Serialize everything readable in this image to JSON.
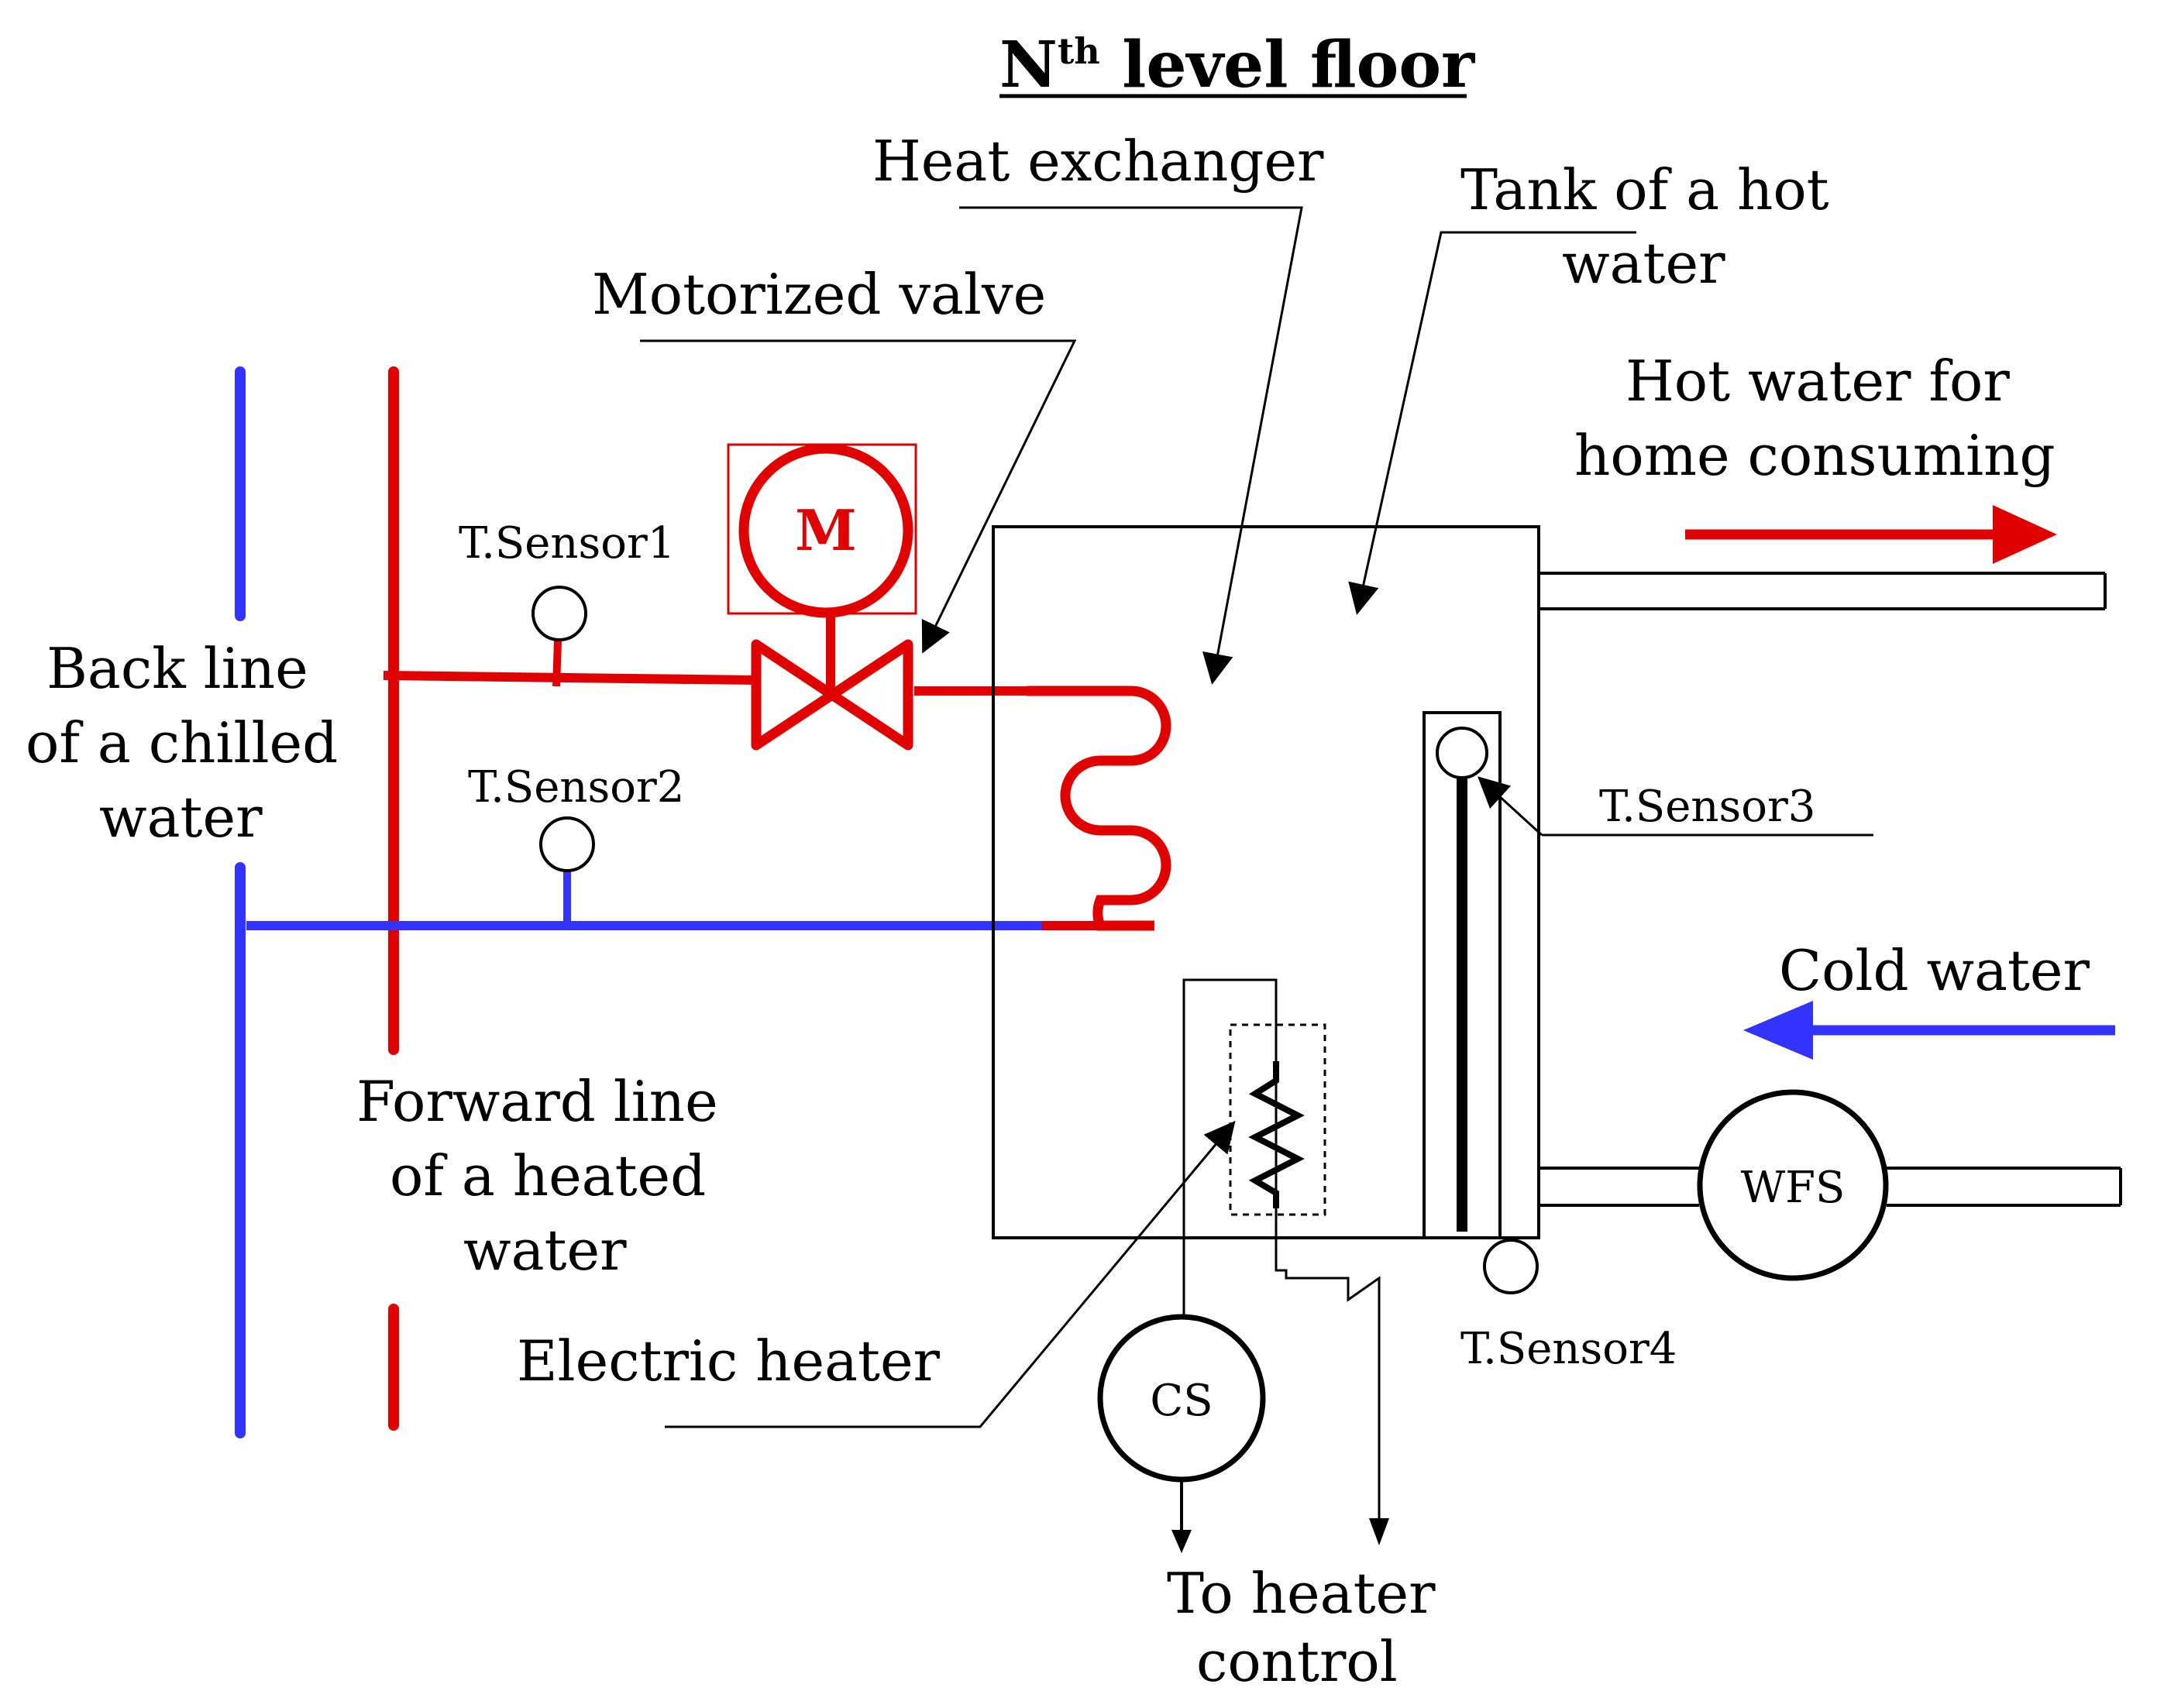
{
  "title": {
    "prefix": "N",
    "sup": "th",
    "suffix": " level floor"
  },
  "labels": {
    "heat_exchanger": "Heat exchanger",
    "tank_line1": "Tank of a hot",
    "tank_line2": "water",
    "motorized_valve": "Motorized valve",
    "hot_water_line1": "Hot water for",
    "hot_water_line2": "home consuming",
    "back_line_1": "Back line",
    "back_line_2": "of a chilled",
    "back_line_3": "water",
    "forward_line_1": "Forward line",
    "forward_line_2": "of a heated",
    "forward_line_3": "water",
    "cold_water": "Cold water",
    "electric_heater": "Electric heater",
    "to_heater_1": "To heater",
    "to_heater_2": "control"
  },
  "sensors": {
    "t1": "T.Sensor1",
    "t2": "T.Sensor2",
    "t3": "T.Sensor3",
    "t4": "T.Sensor4"
  },
  "symbols": {
    "motor": "M",
    "current_sensor": "CS",
    "water_flow_sensor": "WFS"
  },
  "colors": {
    "hot": "#e00000",
    "cold": "#3333ff",
    "line": "#000000"
  }
}
